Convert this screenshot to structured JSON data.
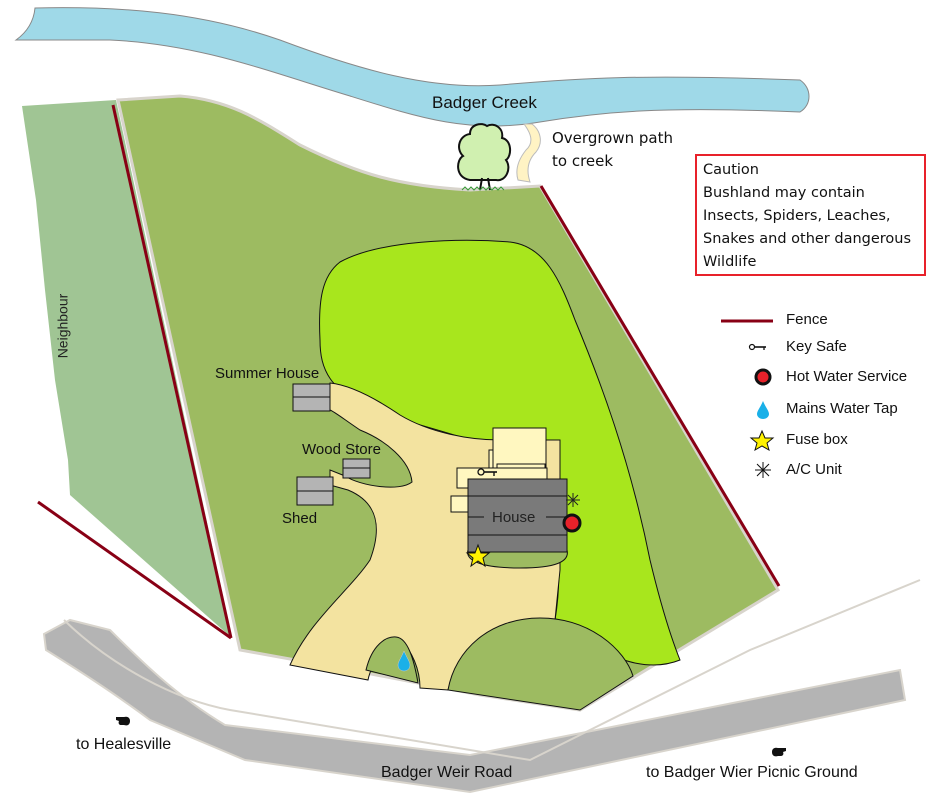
{
  "map": {
    "creek": {
      "label": "Badger Creek"
    },
    "path_label": [
      "Overgrown path",
      "to creek"
    ],
    "neighbour_label": "Neighbour",
    "buildings": {
      "summer_house": "Summer House",
      "wood_store": "Wood Store",
      "shed": "Shed",
      "house": "House"
    },
    "road": {
      "label": "Badger Weir Road",
      "direction_left": "to Healesville",
      "direction_right": "to Badger Wier Picnic Ground"
    },
    "colors": {
      "creek": "#9fd9e8",
      "property_green": "#9dbb61",
      "neighbour_green": "#a0c594",
      "lawn_lime": "#a8e61d",
      "driveway_sand": "#f3e3a0",
      "building_gray": "#b4b4b4",
      "house_dark": "#7a7a7a",
      "annex_cream": "#fff7c0",
      "fence": "#880015",
      "road_gray": "#b4b4b4",
      "caution_border": "#e8212a"
    }
  },
  "caution": {
    "lines": [
      "Caution",
      "Bushland may contain",
      "Insects, Spiders, Leaches,",
      "Snakes and other dangerous",
      "Wildlife"
    ]
  },
  "legend": {
    "items": [
      {
        "icon": "fence-line",
        "label": "Fence"
      },
      {
        "icon": "key-icon",
        "label": "Key Safe"
      },
      {
        "icon": "hot-water-icon",
        "label": "Hot Water Service"
      },
      {
        "icon": "water-drop-icon",
        "label": "Mains Water Tap"
      },
      {
        "icon": "star-icon",
        "label": "Fuse box"
      },
      {
        "icon": "snowflake-icon",
        "label": "A/C Unit"
      }
    ]
  }
}
